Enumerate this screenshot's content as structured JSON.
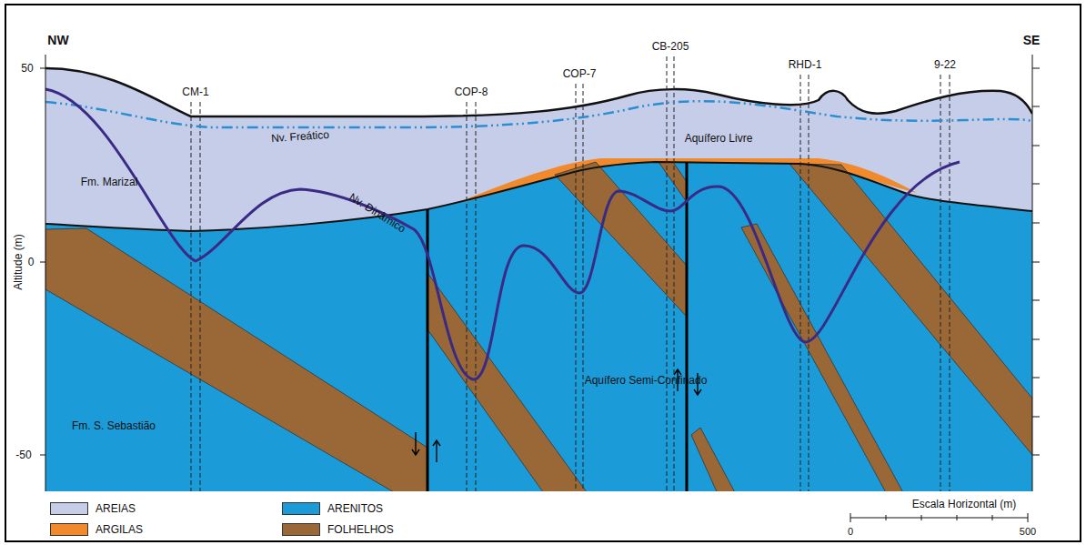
{
  "diagram": {
    "labels": [
      "NW",
      "SE",
      "50",
      "0",
      "-50",
      "Altitude (m)",
      "CM-1",
      "COP-8",
      "COP-7",
      "CB-205",
      "RHD-1",
      "9-22",
      "Nv. Freático",
      "Nv. Dinâmico",
      "Fm. Marizal",
      "Aquífero Livre",
      "Aquífero Semi-Confinado",
      "Fm. S. Sebastião",
      "Escala Horizontal (m)",
      "0",
      "500"
    ],
    "legend": [
      {
        "text": "AREIAS",
        "color": "#c6cde9"
      },
      {
        "text": "ARGILAS",
        "color": "#f08a2c"
      },
      {
        "text": "ARENITOS",
        "color": "#1b9bd8"
      },
      {
        "text": "FOLHELHOS",
        "color": "#9a6837"
      }
    ]
  }
}
